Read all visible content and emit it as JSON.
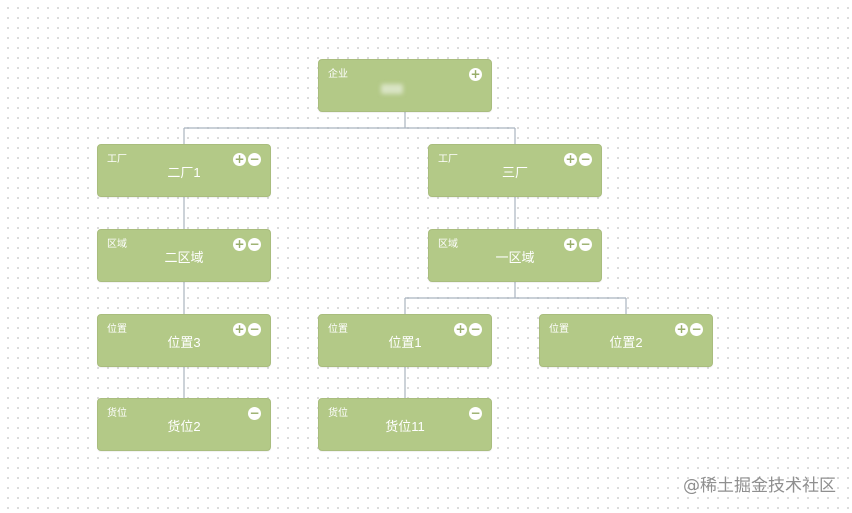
{
  "nodes": [
    {
      "id": "root",
      "type": "企业",
      "name": "",
      "controls": [
        "plus"
      ]
    },
    {
      "id": "factory-a",
      "type": "工厂",
      "name": "二厂1",
      "controls": [
        "plus",
        "minus"
      ]
    },
    {
      "id": "factory-b",
      "type": "工厂",
      "name": "三厂",
      "controls": [
        "plus",
        "minus"
      ]
    },
    {
      "id": "area-a",
      "type": "区域",
      "name": "二区域",
      "controls": [
        "plus",
        "minus"
      ]
    },
    {
      "id": "area-b",
      "type": "区域",
      "name": "一区域",
      "controls": [
        "plus",
        "minus"
      ]
    },
    {
      "id": "loc-3",
      "type": "位置",
      "name": "位置3",
      "controls": [
        "plus",
        "minus"
      ]
    },
    {
      "id": "loc-1",
      "type": "位置",
      "name": "位置1",
      "controls": [
        "plus",
        "minus"
      ]
    },
    {
      "id": "loc-2",
      "type": "位置",
      "name": "位置2",
      "controls": [
        "plus",
        "minus"
      ]
    },
    {
      "id": "slot-2",
      "type": "货位",
      "name": "货位2",
      "controls": [
        "minus"
      ]
    },
    {
      "id": "slot-11",
      "type": "货位",
      "name": "货位11",
      "controls": [
        "minus"
      ]
    }
  ],
  "edges": [
    [
      "root",
      "factory-a"
    ],
    [
      "root",
      "factory-b"
    ],
    [
      "factory-a",
      "area-a"
    ],
    [
      "factory-b",
      "area-b"
    ],
    [
      "area-a",
      "loc-3"
    ],
    [
      "area-b",
      "loc-1"
    ],
    [
      "area-b",
      "loc-2"
    ],
    [
      "loc-3",
      "slot-2"
    ],
    [
      "loc-1",
      "slot-11"
    ]
  ],
  "icons": {
    "plus": "plus-icon",
    "minus": "minus-icon"
  },
  "colors": {
    "node_fill": "#b3c987",
    "node_text": "#ffffff",
    "connector": "#a9b3bf"
  },
  "watermark": "@稀土掘金技术社区"
}
